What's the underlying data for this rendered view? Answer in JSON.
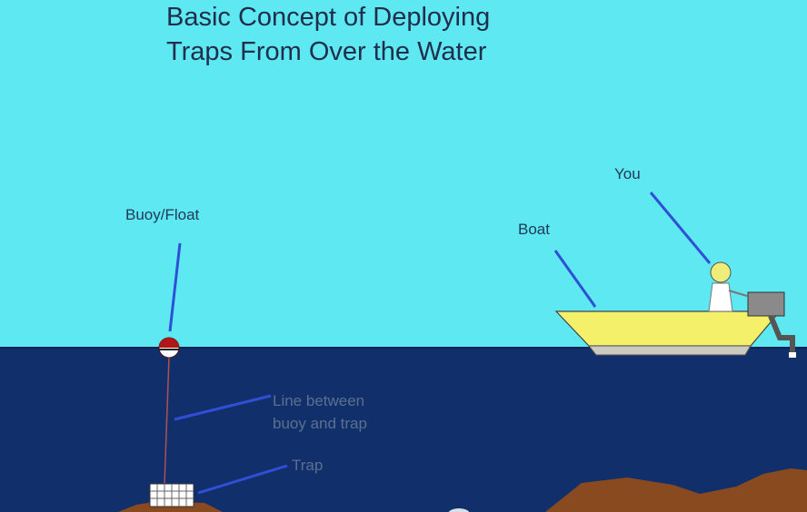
{
  "title": {
    "line1": "Basic Concept of Deploying",
    "line2": "Traps From Over the Water"
  },
  "labels": {
    "buoy": "Buoy/Float",
    "you": "You",
    "boat": "Boat",
    "line_1": "Line between",
    "line_2": "buoy and trap",
    "trap": "Trap"
  },
  "colors": {
    "sky": "#5ee8f2",
    "water": "#11306b",
    "seabed": "#8a4a1f",
    "boat": "#f4f06a",
    "pointer": "#2f4fd6"
  }
}
